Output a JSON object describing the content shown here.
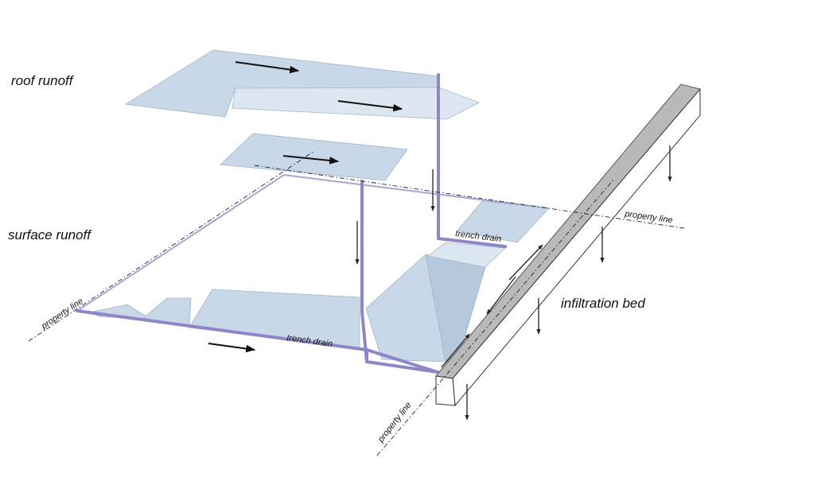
{
  "labels": {
    "roof_runoff": "roof runoff",
    "surface_runoff": "surface runoff",
    "infiltration_bed": "infiltration bed",
    "trench_drain_lower": "trench drain",
    "trench_drain_upper": "trench drain",
    "property_line_left": "property line",
    "property_line_right": "property line",
    "property_line_bottom": "property line"
  },
  "colors": {
    "plane": "#c9d8e8",
    "pipe": "#8e86c6",
    "bed_fill": "#b9b9b9"
  }
}
